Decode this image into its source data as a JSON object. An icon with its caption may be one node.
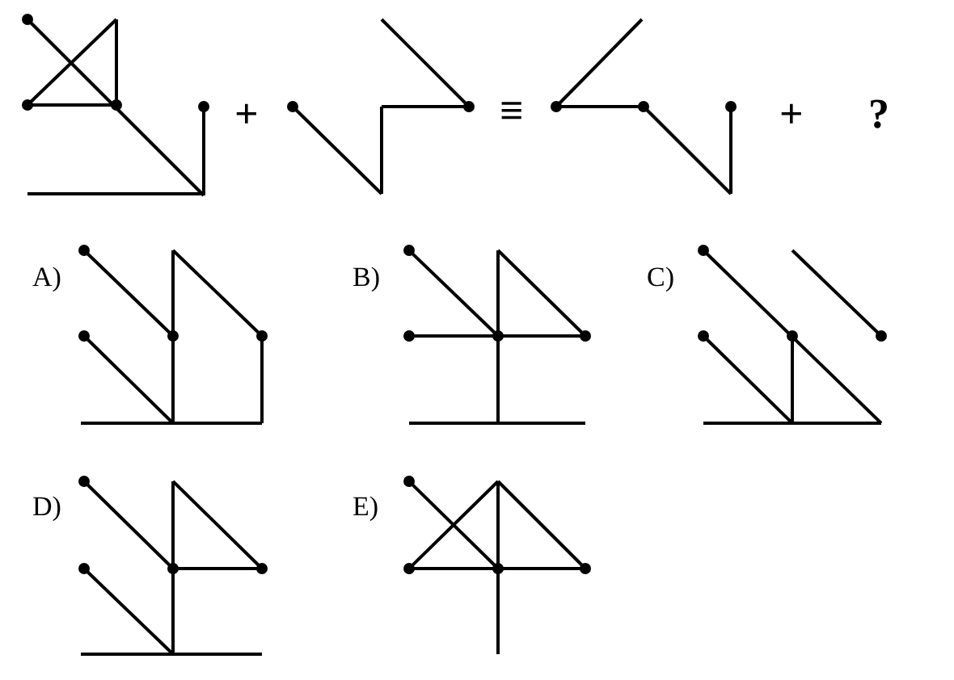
{
  "diagram": {
    "labels": [
      "+",
      "≡",
      "+",
      "?",
      "A)",
      "B)",
      "C)",
      "D)",
      "E)"
    ]
  }
}
